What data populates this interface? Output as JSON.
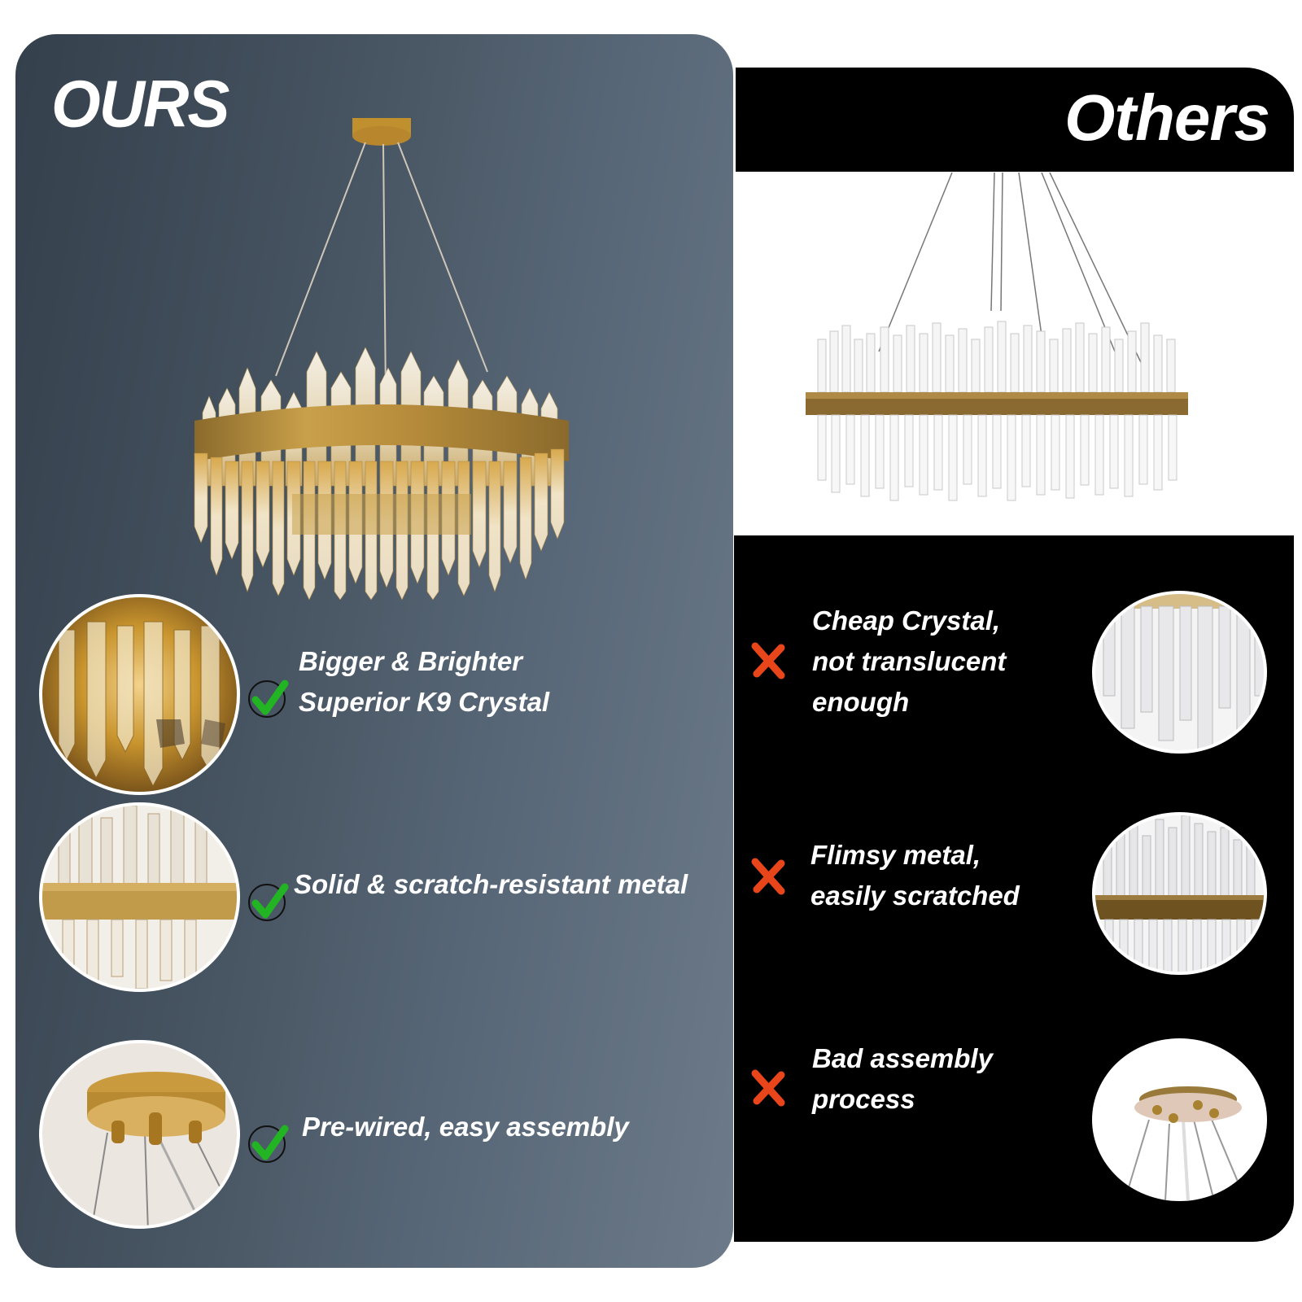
{
  "ours": {
    "title": "OURS",
    "features": [
      {
        "label_line1": "Bigger & Brighter",
        "label_line2": "Superior K9 Crystal",
        "icon": "check-icon",
        "image": "gold-crystal-closeup"
      },
      {
        "label_line1": "Solid & scratch-resistant metal",
        "label_line2": "",
        "icon": "check-icon",
        "image": "gold-ring-closeup"
      },
      {
        "label_line1": "Pre-wired, easy assembly",
        "label_line2": "",
        "icon": "check-icon",
        "image": "gold-canopy-closeup"
      }
    ]
  },
  "others": {
    "title": "Others",
    "features": [
      {
        "label_line1": "Cheap Crystal,",
        "label_line2": "not translucent",
        "label_line3": "enough",
        "icon": "cross-icon",
        "image": "clear-rods-closeup"
      },
      {
        "label_line1": "Flimsy metal,",
        "label_line2": "easily scratched",
        "label_line3": "",
        "icon": "cross-icon",
        "image": "thin-ring-closeup"
      },
      {
        "label_line1": "Bad assembly",
        "label_line2": "process",
        "label_line3": "",
        "icon": "cross-icon",
        "image": "canopy-closeup"
      }
    ]
  },
  "colors": {
    "ours_panel": "#45525f",
    "others_panel": "#000000",
    "check_green": "#22b422",
    "cross_orange": "#e8461a",
    "gold": "#c9a04a"
  }
}
